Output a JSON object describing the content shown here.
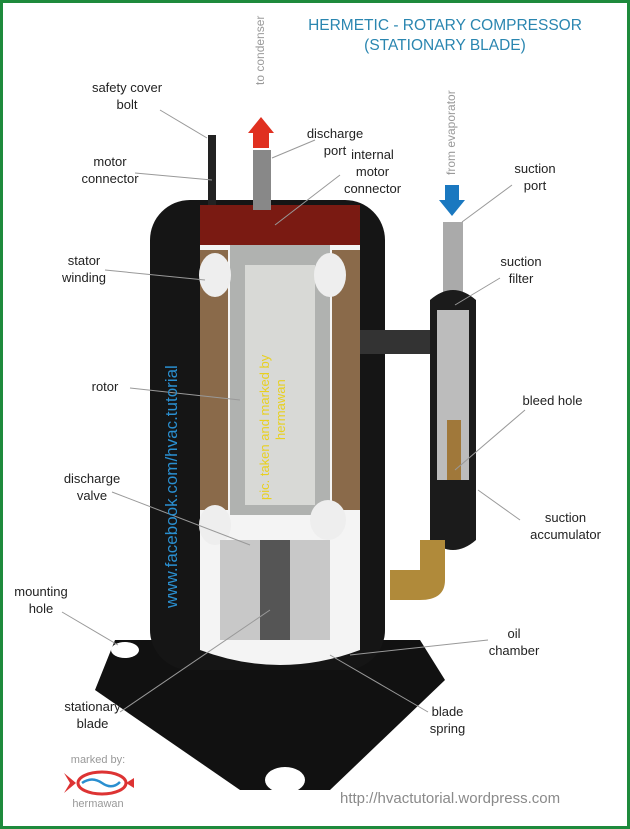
{
  "title": {
    "line1": "HERMETIC - ROTARY COMPRESSOR",
    "line2": "(STATIONARY BLADE)"
  },
  "flow": {
    "to_condenser": "to condenser",
    "from_evaporator": "from evaporator"
  },
  "labels": {
    "safety_cover_bolt": [
      "safety cover",
      "bolt"
    ],
    "motor_connector": [
      "motor",
      "connector"
    ],
    "stator_winding": [
      "stator",
      "winding"
    ],
    "rotor": "rotor",
    "discharge_valve": [
      "discharge",
      "valve"
    ],
    "mounting_hole": [
      "mounting",
      "hole"
    ],
    "stationary_blade": [
      "stationary",
      "blade"
    ],
    "discharge_port": [
      "discharge",
      "port"
    ],
    "internal_motor_connector": [
      "internal",
      "motor",
      "connector"
    ],
    "suction_port": [
      "suction",
      "port"
    ],
    "suction_filter": [
      "suction",
      "filter"
    ],
    "bleed_hole": "bleed hole",
    "suction_accumulator": [
      "suction",
      "accumulator"
    ],
    "oil_chamber": [
      "oil",
      "chamber"
    ],
    "blade_spring": [
      "blade",
      "spring"
    ]
  },
  "watermarks": {
    "facebook": "www.facebook.com/hvac.tutorial",
    "credit_line1": "pic. taken and marked by",
    "credit_line2": "hermawan"
  },
  "footer": {
    "marked_by": "marked by:",
    "author": "hermawan",
    "url": "http://hvactutorial.wordpress.com"
  },
  "colors": {
    "title": "#2a86b0",
    "border": "#1e8a3c",
    "discharge_arrow": "#e03020",
    "suction_arrow": "#1a78c0"
  }
}
